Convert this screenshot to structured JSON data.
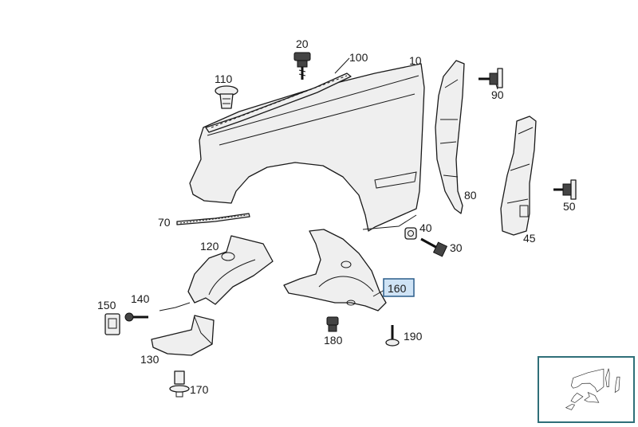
{
  "diagram": {
    "highlight_color": "#cfe3f5",
    "thumbnail_frame_color": "#2f6f78",
    "labels": {
      "p10": "10",
      "p20": "20",
      "p30": "30",
      "p40": "40",
      "p45": "45",
      "p50": "50",
      "p70": "70",
      "p80": "80",
      "p90": "90",
      "p100": "100",
      "p110": "110",
      "p120": "120",
      "p130": "130",
      "p140": "140",
      "p150": "150",
      "p160": "160",
      "p170": "170",
      "p180": "180",
      "p190": "190"
    },
    "highlighted_part": "160"
  }
}
